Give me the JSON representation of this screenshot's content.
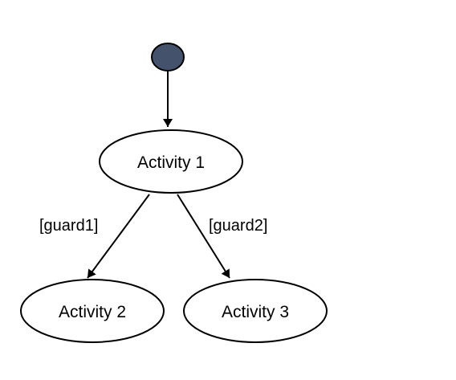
{
  "diagram": {
    "type": "activity-diagram",
    "colors": {
      "start_fill": "#44536b",
      "stroke": "#000000",
      "node_fill": "#ffffff"
    },
    "nodes": {
      "start": {
        "kind": "initial-node"
      },
      "activity1": {
        "label": "Activity 1"
      },
      "activity2": {
        "label": "Activity 2"
      },
      "activity3": {
        "label": "Activity 3"
      }
    },
    "edges": [
      {
        "from": "start",
        "to": "activity1",
        "guard": ""
      },
      {
        "from": "activity1",
        "to": "activity2",
        "guard": "[guard1]"
      },
      {
        "from": "activity1",
        "to": "activity3",
        "guard": "[guard2]"
      }
    ]
  }
}
